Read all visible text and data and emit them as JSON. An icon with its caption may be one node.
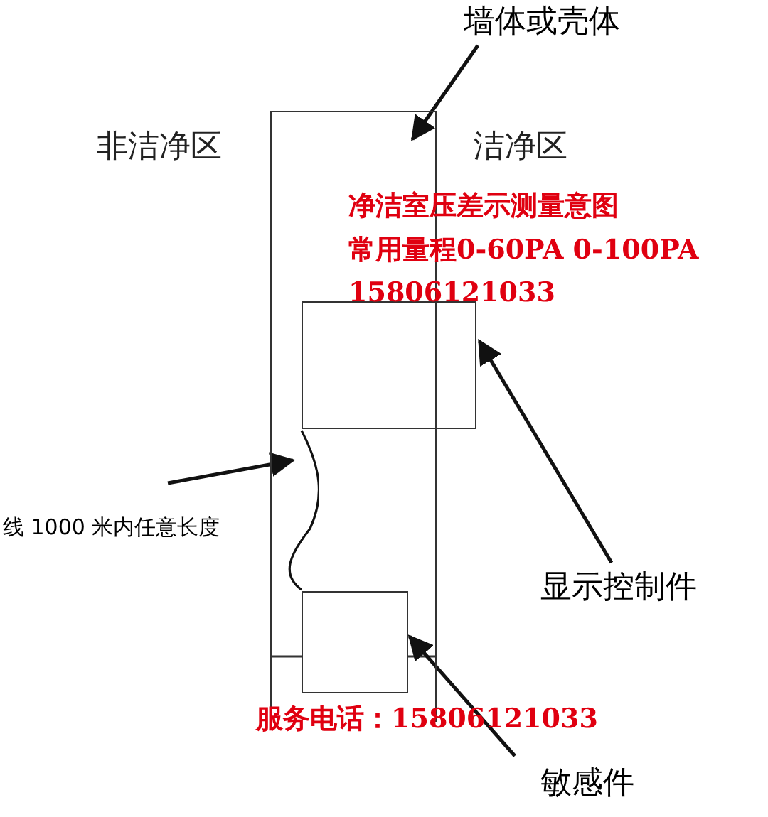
{
  "diagram": {
    "nodes": [
      {
        "text": [],
        "shape": "box"
      },
      {
        "text": [],
        "shape": "box"
      },
      {
        "text": [],
        "shape": "box",
        "in": 0
      },
      {
        "text": [
          "墙体或壳体"
        ]
      },
      {
        "text": [
          "显示控制件"
        ]
      },
      {
        "text": [
          "敏感件"
        ]
      },
      {
        "text": [
          "线 1000 米内任意长度"
        ]
      },
      {
        "text": [],
        "shape": "cable",
        "in": 0
      }
    ],
    "edges": [
      {
        "from": 3,
        "to": 0,
        "arrow": "to"
      },
      {
        "from": 4,
        "to": 1,
        "arrow": "to"
      },
      {
        "from": 5,
        "to": 2,
        "arrow": "to"
      },
      {
        "from": 6,
        "to": 7,
        "arrow": "to"
      }
    ],
    "labels": [
      "非洁净区",
      "洁净区",
      "净洁室压差示测量意图",
      "常用量程0-60PA 0-100PA",
      "15806121033",
      "服务电话：15806121033"
    ]
  }
}
